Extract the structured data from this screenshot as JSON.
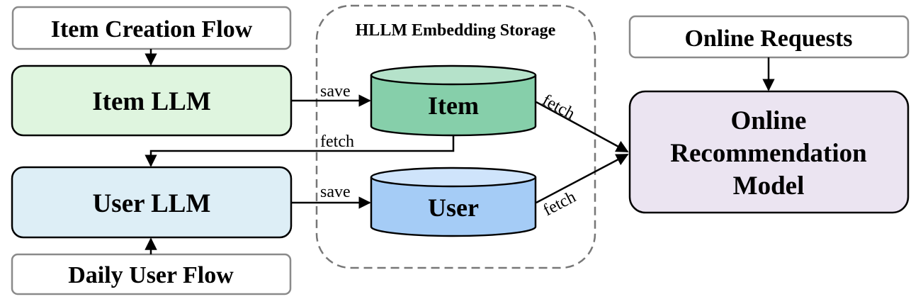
{
  "item_creation_flow": {
    "label": "Item Creation Flow"
  },
  "item_llm": {
    "label": "Item LLM",
    "fill": "#dff5df"
  },
  "user_llm": {
    "label": "User LLM",
    "fill": "#ddeef6"
  },
  "daily_user_flow": {
    "label": "Daily User Flow"
  },
  "storage": {
    "title": "HLLM Embedding Storage",
    "item_db": {
      "label": "Item",
      "fill": "#86cfaa",
      "top_fill": "#b5e2ca"
    },
    "user_db": {
      "label": "User",
      "fill": "#a5ccf6",
      "top_fill": "#cfe4fb"
    }
  },
  "online_requests": {
    "label": "Online Requests"
  },
  "online_model": {
    "lines": [
      "Online",
      "Recommendation",
      "Model"
    ],
    "fill": "#ebe4f1"
  },
  "edges": {
    "save_item": "save",
    "save_user": "save",
    "fetch_item_to_user": "fetch",
    "fetch_item_to_model": "fetch",
    "fetch_user_to_model": "fetch"
  },
  "colors": {
    "outline": "#000000",
    "grey_box_border": "#8a8a8a",
    "dashed_border": "#777777"
  }
}
